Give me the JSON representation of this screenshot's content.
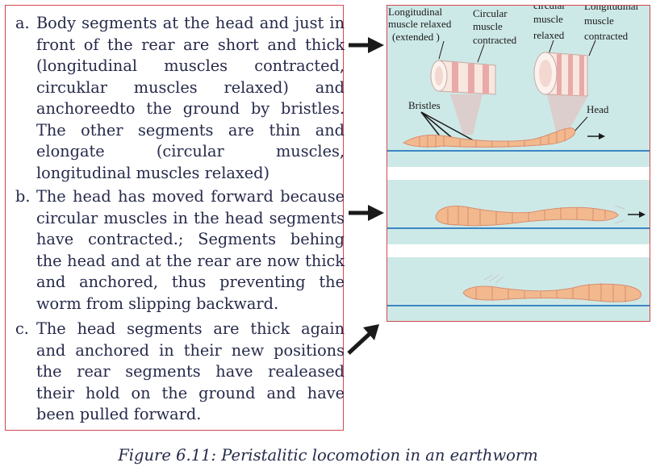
{
  "steps": [
    {
      "label": "a.",
      "text": "Body segments at the head and just in front of the rear are short and thick (longitudinal muscles contracted, circuklar muscles relaxed) and anchoreedto the ground by bristles. The other segments are thin and elongate (circular muscles, longitudinal muscles relaxed)"
    },
    {
      "label": "b.",
      "text": "The head has moved forward because circular muscles in the head segments have contracted.; Segments behing the head and at the rear are now thick and anchored, thus preventing the worm from slipping backward."
    },
    {
      "label": "c.",
      "text": "The head segments are thick again and anchored in their new positions the rear segments have realeased their  hold on the ground and have been pulled forward."
    }
  ],
  "diagram": {
    "labels": {
      "long_relaxed": [
        "Longitudinal",
        "muscle relaxed",
        "(extended )"
      ],
      "circ_contracted": [
        "Circular",
        "muscle",
        "contracted"
      ],
      "circ_relaxed": [
        "circular",
        "muscle",
        "relaxed"
      ],
      "long_contracted": [
        "Longitudinal",
        "muscle",
        "contracted"
      ],
      "bristles": "Bristles",
      "head": "Head"
    },
    "colors": {
      "panel_bg": "#cde9e7",
      "ground_line": "#3d86c4",
      "worm_body": "#f2b98f",
      "worm_ring": "#d98c6c",
      "border": "#d2484f",
      "text": "#262a4a"
    }
  },
  "caption": "Figure 6.11: Peristalitic  locomotion in  an earthworm"
}
